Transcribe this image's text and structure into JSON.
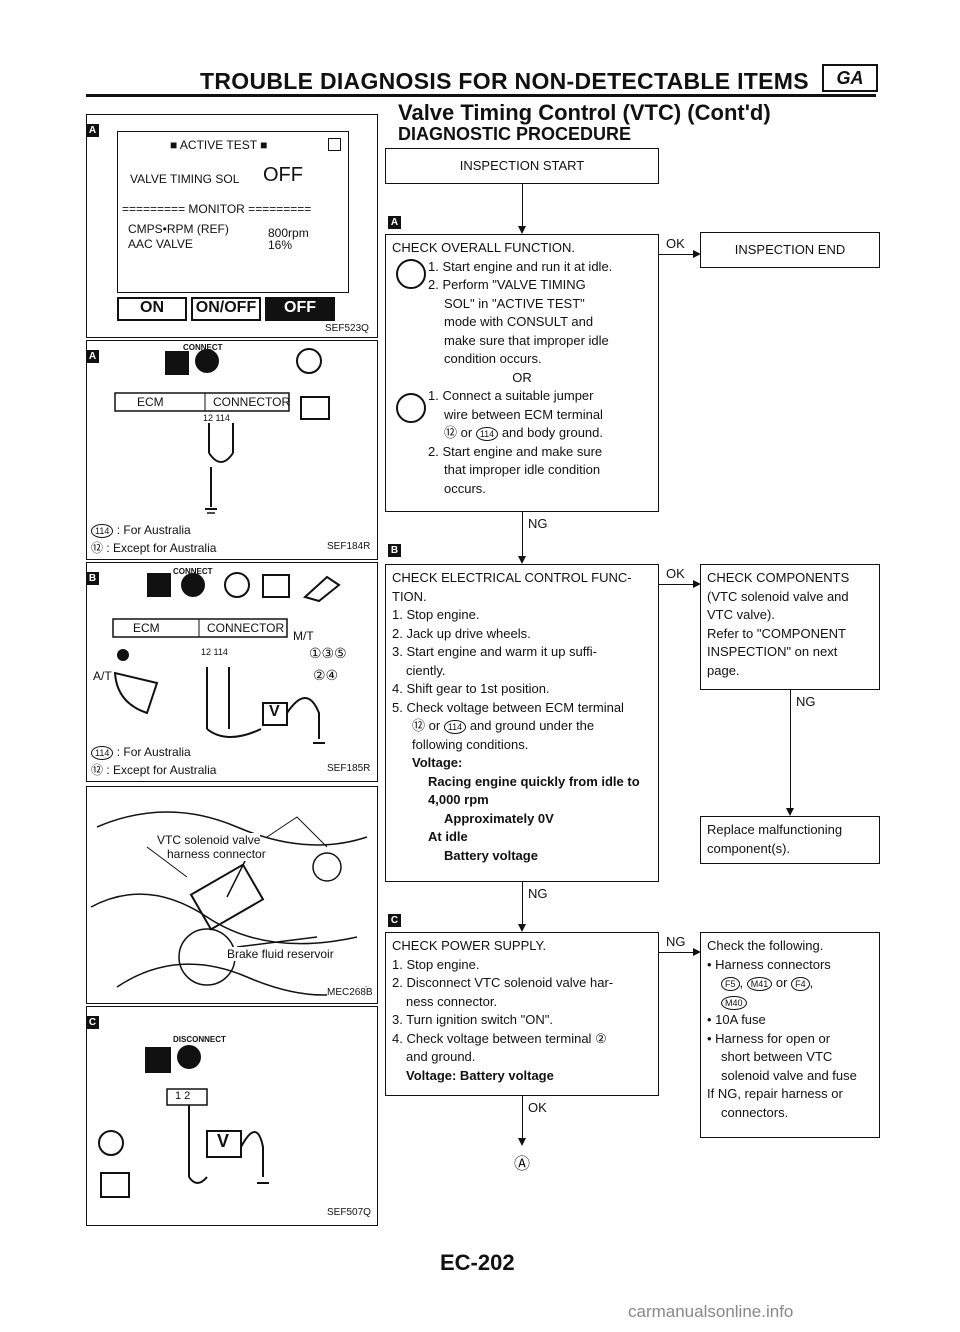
{
  "header": {
    "title": "TROUBLE DIAGNOSIS FOR NON-DETECTABLE ITEMS",
    "badge": "GA",
    "subtitle": "Valve Timing Control (VTC) (Cont'd)",
    "section": "DIAGNOSTIC PROCEDURE"
  },
  "markers": {
    "a": "A",
    "b": "B",
    "c": "C"
  },
  "figures": {
    "consult": {
      "title": "■ ACTIVE TEST ■",
      "item": "VALVE TIMING SOL",
      "item_value": "OFF",
      "monitor": "========= MONITOR =========",
      "row1_label": "CMPS•RPM (REF)",
      "row1_value": "800rpm",
      "row2_label": "AAC VALVE",
      "row2_value": "16%",
      "btn_on": "ON",
      "btn_onoff": "ON/OFF",
      "btn_off": "OFF",
      "code": "SEF523Q"
    },
    "jumper": {
      "connect": "CONNECT",
      "ecm": "ECM",
      "connector": "CONNECTOR",
      "pins": "12  114",
      "note1": ": For Australia",
      "note2": ": Except for Australia",
      "code": "SEF184R"
    },
    "voltage": {
      "connect": "CONNECT",
      "ecm": "ECM",
      "connector": "CONNECTOR",
      "pins": "12  114",
      "mt": "M/T",
      "at": "A/T",
      "gears_top": "①③⑤",
      "gears_bottom": "②④",
      "v": "V",
      "note1": ": For Australia",
      "note2": ": Except for Australia",
      "code": "SEF185R"
    },
    "photo": {
      "label1": "VTC solenoid valve",
      "label2": "harness connector",
      "label3": "Brake fluid reservoir",
      "code": "MEC268B"
    },
    "disconnect": {
      "disconnect": "DISCONNECT",
      "pins": "1 2",
      "v": "V",
      "code": "SEF507Q"
    }
  },
  "flow": {
    "start": "INSPECTION START",
    "check_overall": {
      "title": "CHECK OVERALL FUNCTION.",
      "s1": "1. Start engine and run it at idle.",
      "s2a": "2. Perform \"VALVE TIMING",
      "s2b": "SOL\" in \"ACTIVE TEST\"",
      "s2c": "mode with CONSULT and",
      "s2d": "make sure that improper idle",
      "s2e": "condition occurs.",
      "or": "OR",
      "t1a": "1. Connect a suitable jumper",
      "t1b": "wire between ECM terminal",
      "t1c": "or",
      "t1d": "and body ground.",
      "t2a": "2. Start engine and make sure",
      "t2b": "that improper idle condition",
      "t2c": "occurs."
    },
    "ok1": "OK",
    "end": "INSPECTION END",
    "ng1": "NG",
    "check_elec": {
      "l1": "CHECK ELECTRICAL CONTROL FUNC-",
      "l2": "TION.",
      "l3": "1. Stop engine.",
      "l4": "2. Jack up drive wheels.",
      "l5": "3. Start engine and warm it up suffi-",
      "l6": "ciently.",
      "l7": "4. Shift gear to 1st position.",
      "l8": "5. Check voltage between ECM terminal",
      "l9a": "or",
      "l9b": "and ground under the",
      "l10": "following conditions.",
      "l11": "Voltage:",
      "l12": "Racing engine quickly from idle to",
      "l13": "4,000 rpm",
      "l14": "Approximately 0V",
      "l15": "At idle",
      "l16": "Battery voltage"
    },
    "ok2": "OK",
    "check_comp": {
      "l1": "CHECK COMPONENTS",
      "l2": "(VTC solenoid valve and",
      "l3": "VTC valve).",
      "l4": "Refer to \"COMPONENT",
      "l5": "INSPECTION\" on next",
      "l6": "page."
    },
    "ng2": "NG",
    "replace": {
      "l1": "Replace malfunctioning",
      "l2": "component(s)."
    },
    "ng3": "NG",
    "check_power": {
      "l1": "CHECK POWER SUPPLY.",
      "l2": "1. Stop engine.",
      "l3": "2. Disconnect VTC solenoid valve har-",
      "l4": "ness connector.",
      "l5": "3. Turn ignition switch \"ON\".",
      "l6": "4. Check voltage between terminal",
      "l7": "and ground.",
      "l8": "Voltage: Battery voltage"
    },
    "ng4": "NG",
    "check_following": {
      "l1": "Check the following.",
      "l2": "• Harness connectors",
      "l3a": "F5",
      "l3b": "M41",
      "l3c": "or",
      "l3d": "F4",
      "l4": "M40",
      "l5": "• 10A fuse",
      "l6": "• Harness for open or",
      "l7": "short between VTC",
      "l8": "solenoid valve and fuse",
      "l9": "If NG, repair harness or",
      "l10": "connectors."
    },
    "ok3": "OK",
    "goto": "Ⓐ"
  },
  "terminals": {
    "t12": "⑫",
    "t114": "114",
    "t2": "②"
  },
  "footer": {
    "page": "EC-202"
  },
  "watermark": "carmanualsonline.info"
}
